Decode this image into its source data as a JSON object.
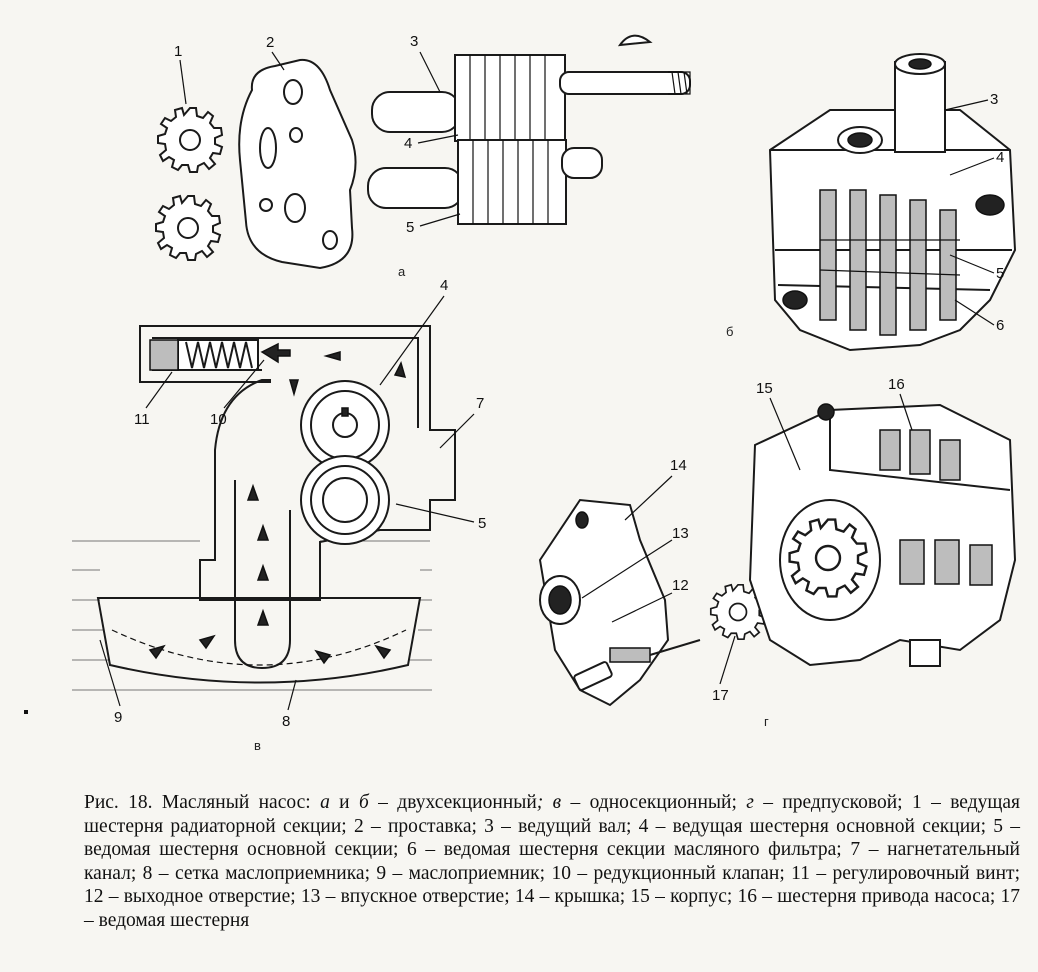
{
  "figure": {
    "view_labels": {
      "a": "а",
      "b": "б",
      "v": "в",
      "g": "г"
    },
    "part_labels": {
      "p1": "1",
      "p2": "2",
      "p3": "3",
      "p4": "4",
      "p5": "5",
      "p6": "6",
      "p7": "7",
      "p8": "8",
      "p9": "9",
      "p10": "10",
      "p11": "11",
      "p12": "12",
      "p13": "13",
      "p14": "14",
      "p15": "15",
      "p16": "16",
      "p17": "17"
    }
  },
  "caption": {
    "prefix": "Рис. 18. Масляный насос: ",
    "a": "а",
    "and": " и ",
    "b": "б",
    "b_text": " – двухсекционный",
    "sep1": "; ",
    "v": "в",
    "v_text": " – односекционный; ",
    "g": "г",
    "g_text": " – предпусковой; 1 – ведущая шестерня радиаторной секции; 2 – проставка; 3 – ведущий вал; 4 – ведущая шестерня основной секции; 5 – ведомая шестерня основной секции; 6 – ведомая шестерня секции масляного фильтра; 7 – нагнетательный канал; 8 – сетка маслоприемника; 9 – маслоприемник; 10 – редукционный клапан; 11 – регулировочный винт; 12 – выходное отверстие; 13 – впускное отверстие; 14 – крышка; 15 – корпус; 16 – шестерня привода насоса; 17 – ведомая шестерня"
  }
}
